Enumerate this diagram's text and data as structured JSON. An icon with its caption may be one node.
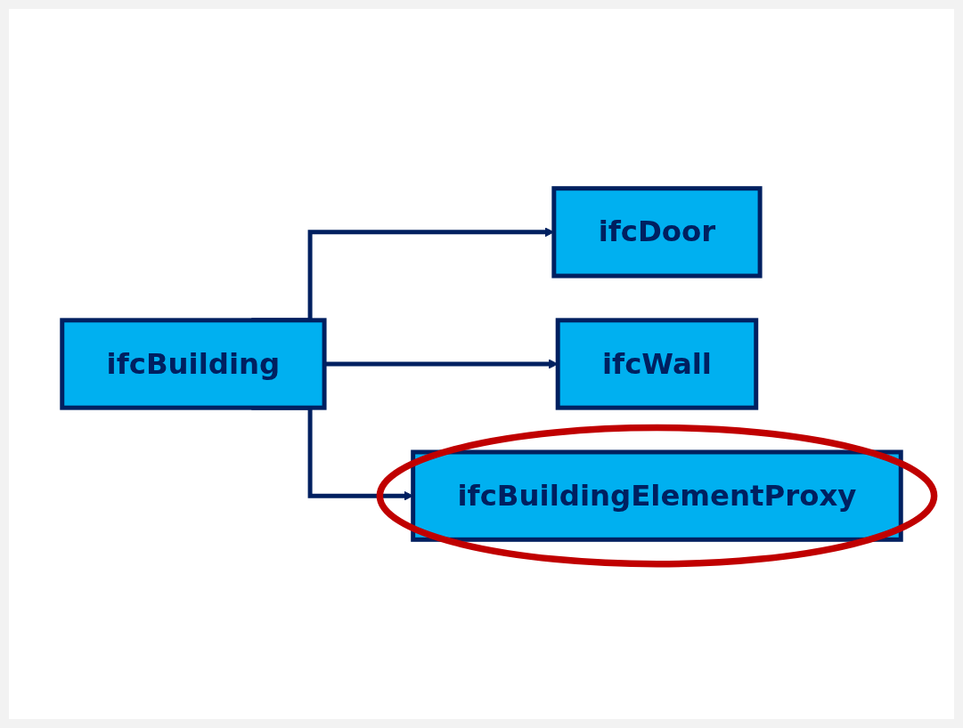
{
  "diagram": {
    "nodes": [
      {
        "text": [
          "ifcBuilding"
        ]
      },
      {
        "text": [
          "ifcDoor"
        ]
      },
      {
        "text": [
          "ifcWall"
        ]
      },
      {
        "text": [
          "ifcBuildingElementProxy"
        ]
      }
    ],
    "edges": [
      {
        "from": 0,
        "to": 1,
        "arrow": "to"
      },
      {
        "from": 0,
        "to": 2,
        "arrow": "to"
      },
      {
        "from": 0,
        "to": 3,
        "arrow": "to"
      }
    ]
  }
}
